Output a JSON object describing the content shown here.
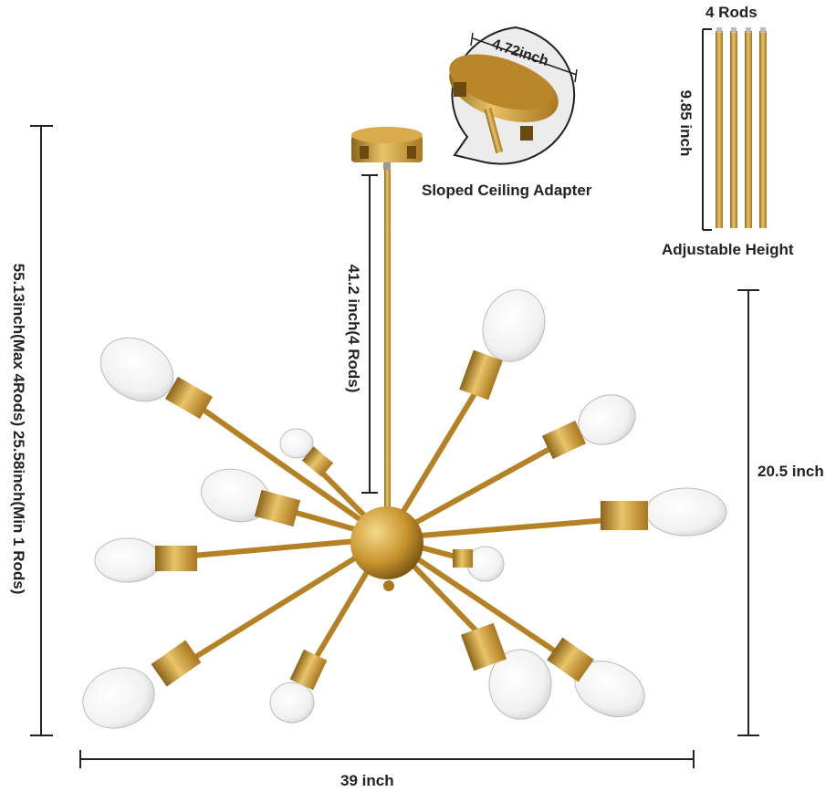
{
  "labels": {
    "canopy_width": "4.72inch",
    "sloped_adapter": "Sloped Ceiling Adapter",
    "rods_count": "4 Rods",
    "rod_length": "9.85 inch",
    "adjustable_height": "Adjustable Height",
    "rod_drop": "41.2 inch(4 Rods)",
    "total_height": "55.13inch(Max 4Rods)  25.58inch(Min 1 Rods)",
    "fixture_height": "20.5 inch",
    "fixture_width": "39 inch"
  },
  "colors": {
    "brass": "#c8952e",
    "brass_dark": "#8c6418",
    "brass_light": "#e9c46a",
    "dimension_line": "#222222",
    "bulb_glass": "#f3f3f3"
  }
}
